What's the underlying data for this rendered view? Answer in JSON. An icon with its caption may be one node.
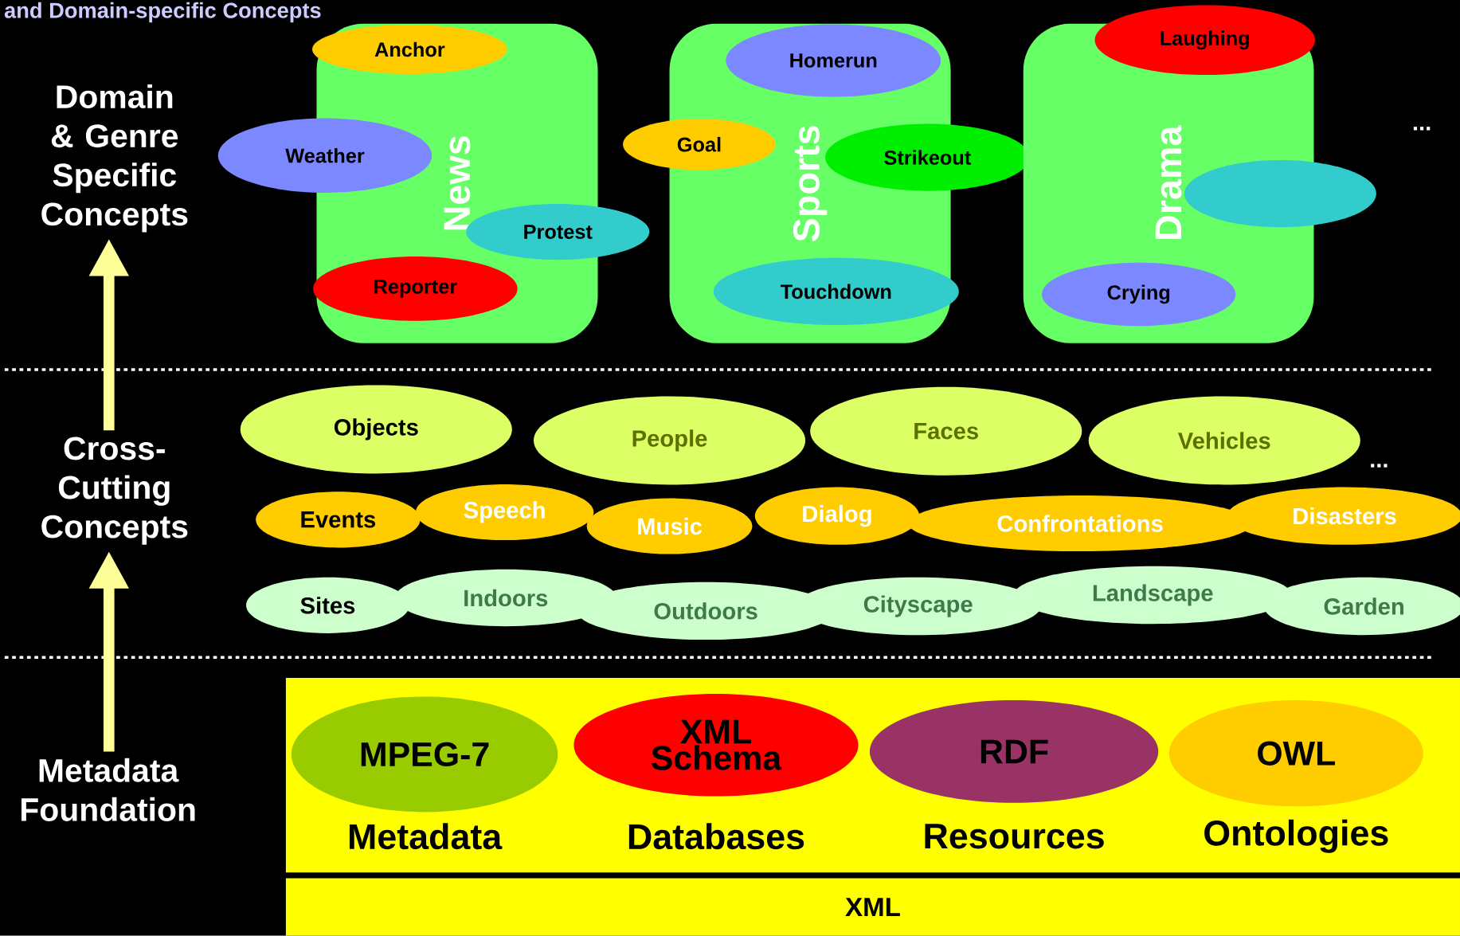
{
  "diagram": {
    "title": "and Domain-specific Concepts",
    "nodes": [
      {
        "text": [
          "Domain & Genre Specific Concepts"
        ]
      },
      {
        "text": [
          "News"
        ]
      },
      {
        "text": [
          "Anchor"
        ],
        "in": 1
      },
      {
        "text": [
          "Weather"
        ]
      },
      {
        "text": [
          "Protest"
        ]
      },
      {
        "text": [
          "Reporter"
        ],
        "in": 1
      },
      {
        "text": [
          "Sports"
        ]
      },
      {
        "text": [
          "Homerun"
        ],
        "in": 6
      },
      {
        "text": [
          "Goal"
        ]
      },
      {
        "text": [
          "Strikeout"
        ]
      },
      {
        "text": [
          "Touchdown"
        ],
        "in": 6
      },
      {
        "text": [
          "Drama"
        ]
      },
      {
        "text": [
          "Laughing"
        ]
      },
      {
        "text": [],
        "shape": "circle"
      },
      {
        "text": [
          "Crying"
        ],
        "in": 11
      },
      {
        "text": [
          "Cross-Cutting Concepts"
        ]
      },
      {
        "text": [
          "Objects"
        ]
      },
      {
        "text": [
          "People"
        ]
      },
      {
        "text": [
          "Faces"
        ]
      },
      {
        "text": [
          "Vehicles"
        ]
      },
      {
        "text": [
          "Events"
        ]
      },
      {
        "text": [
          "Speech"
        ]
      },
      {
        "text": [
          "Music"
        ]
      },
      {
        "text": [
          "Dialog"
        ]
      },
      {
        "text": [
          "Confrontations"
        ]
      },
      {
        "text": [
          "Disasters"
        ]
      },
      {
        "text": [
          "Sites"
        ]
      },
      {
        "text": [
          "Indoors"
        ]
      },
      {
        "text": [
          "Outdoors"
        ]
      },
      {
        "text": [
          "Cityscape"
        ]
      },
      {
        "text": [
          "Landscape"
        ]
      },
      {
        "text": [
          "Garden"
        ]
      },
      {
        "text": [
          "Metadata Foundation"
        ]
      },
      {
        "text": [],
        "shape": "box"
      },
      {
        "text": [
          "MPEG-7"
        ],
        "in": 33,
        "beside": [
          "Metadata"
        ]
      },
      {
        "text": [
          "XML Schema"
        ],
        "in": 33,
        "beside": [
          "Databases"
        ]
      },
      {
        "text": [
          "RDF"
        ],
        "in": 33,
        "beside": [
          "Resources"
        ]
      },
      {
        "text": [
          "OWL"
        ],
        "in": 33,
        "beside": [
          "Ontologies"
        ]
      },
      {
        "text": [
          "XML"
        ]
      }
    ],
    "edges": [
      {
        "from": 15,
        "to": 0,
        "arrow": "to"
      },
      {
        "from": 32,
        "to": 15,
        "arrow": "to"
      }
    ],
    "labels": [
      "...",
      "..."
    ]
  }
}
